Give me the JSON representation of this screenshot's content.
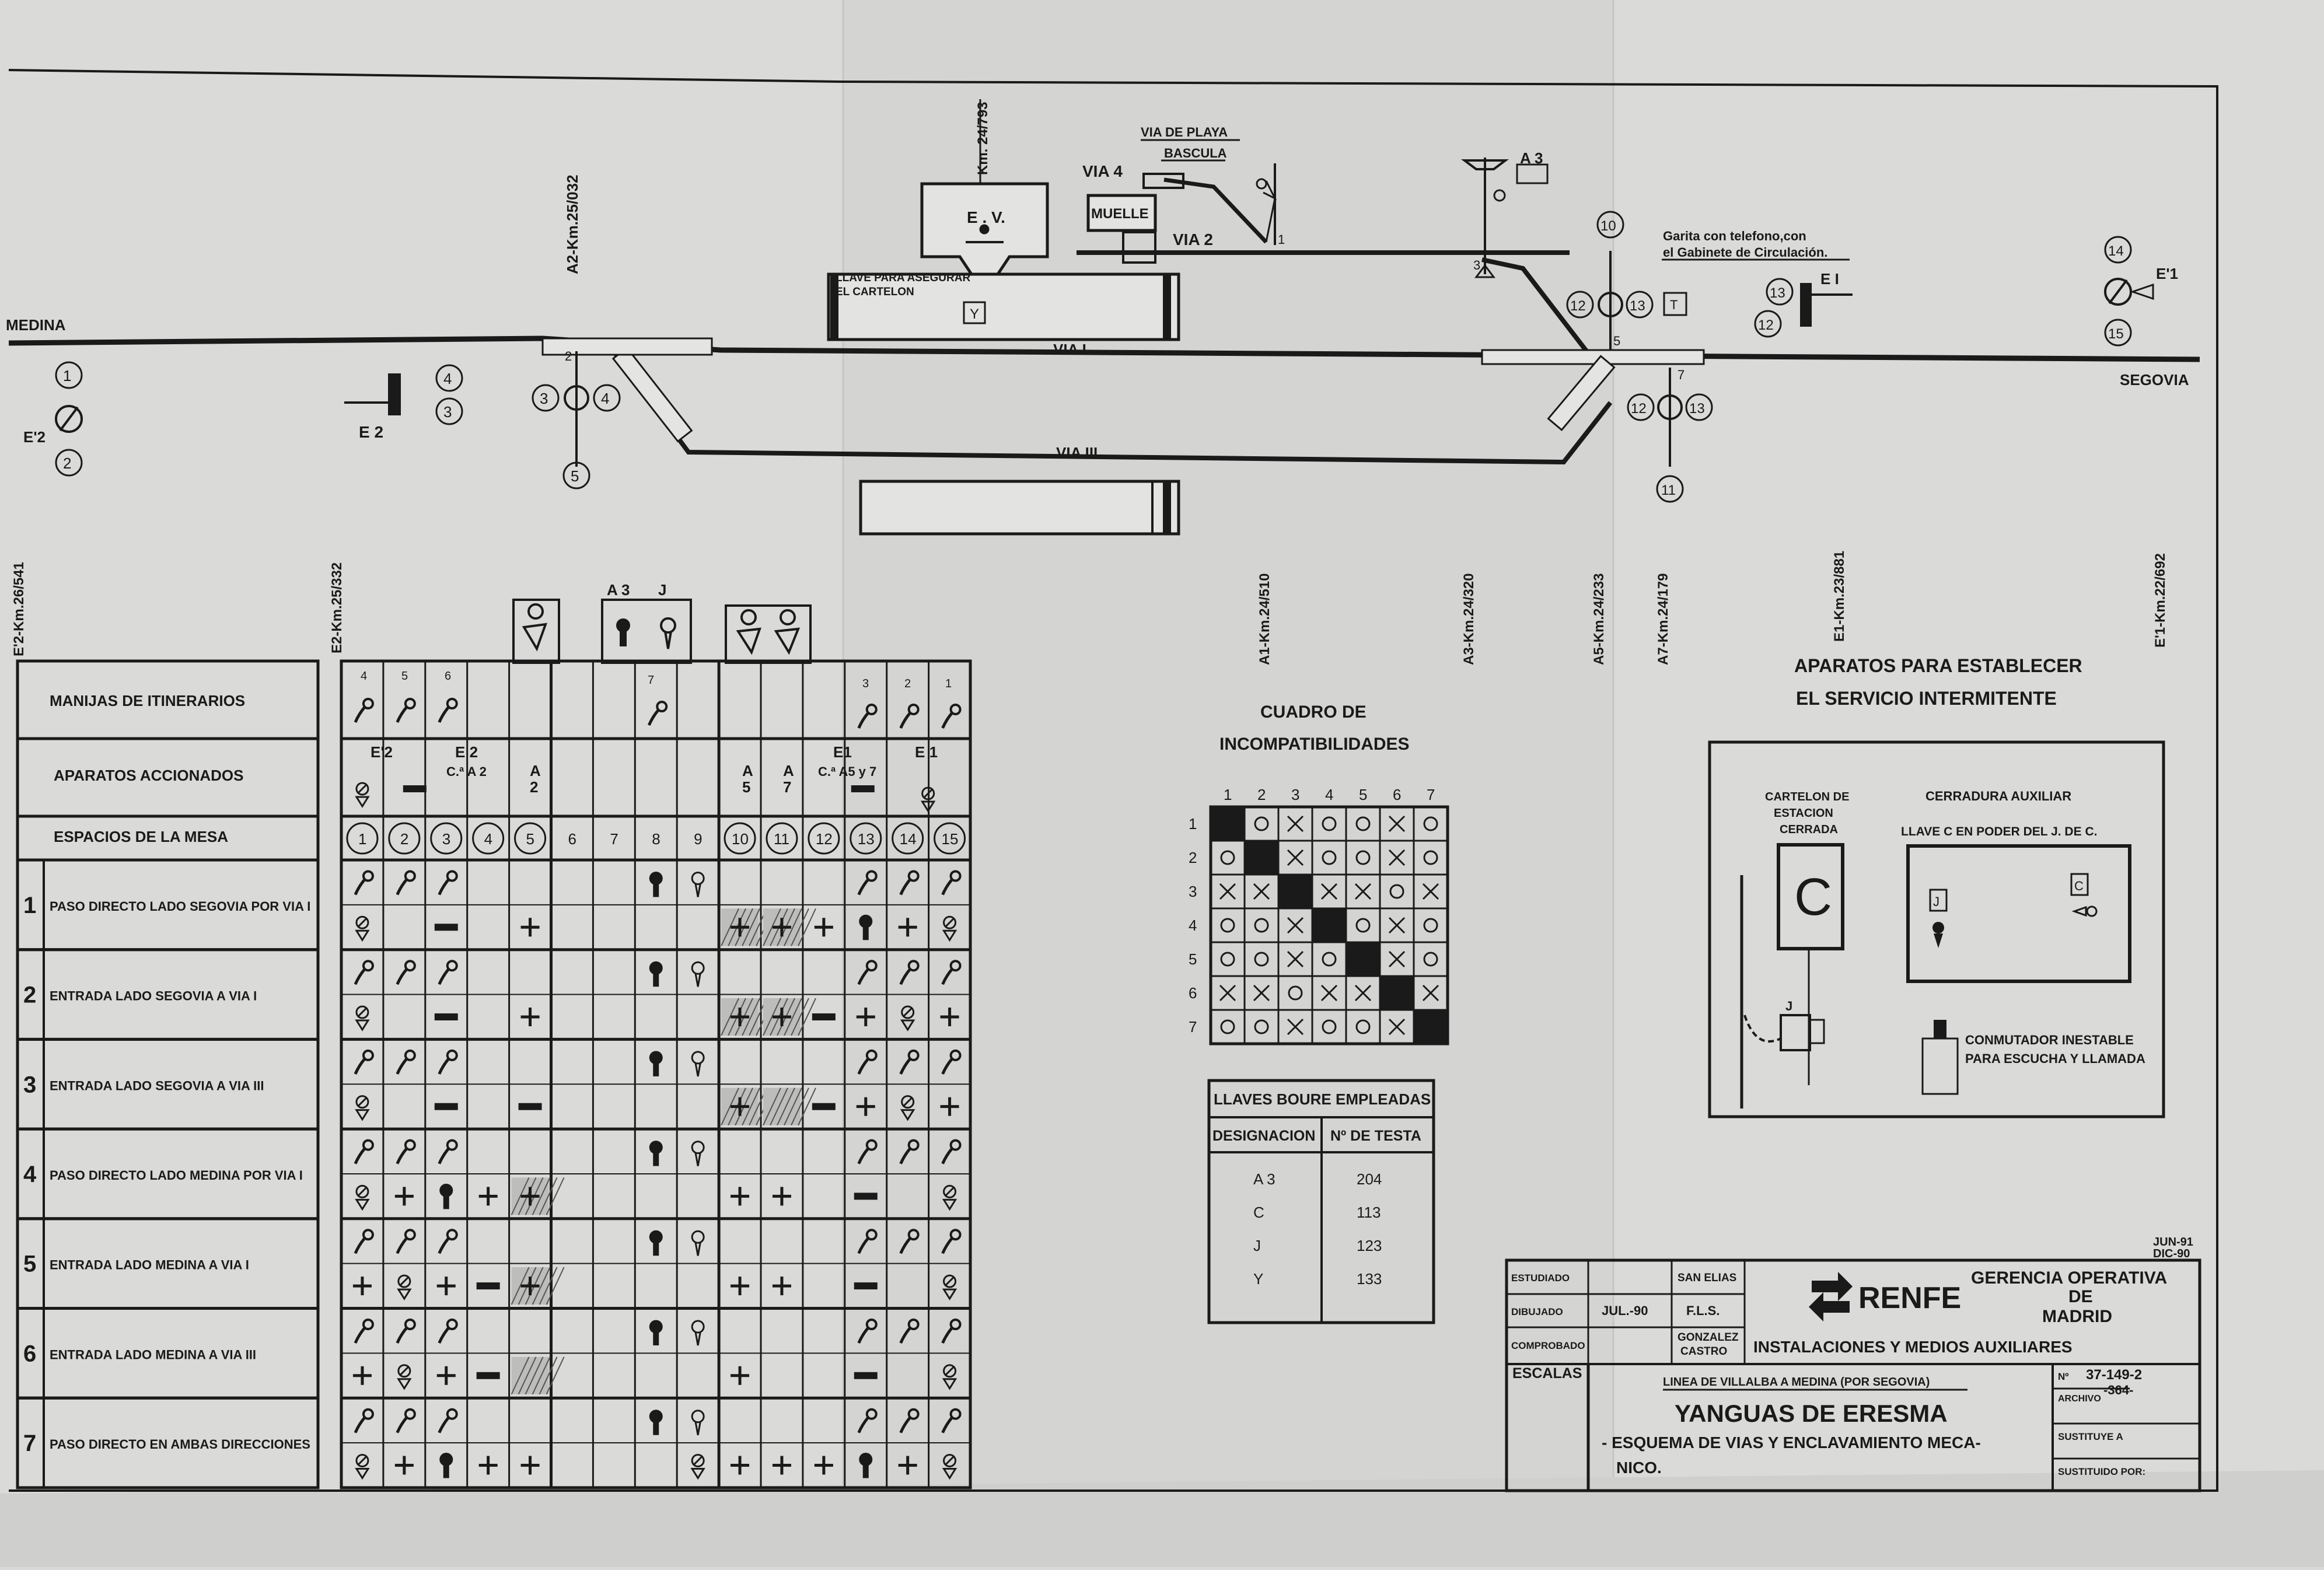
{
  "track": {
    "medina": "MEDINA",
    "segovia": "SEGOVIA",
    "via1": "VIA I",
    "via3": "VIA III",
    "via2": "VIA 2",
    "via4": "VIA 4",
    "via_playa": "VIA DE PLAYA",
    "bascula": "BASCULA",
    "muelle": "MUELLE",
    "ev": "E . V.",
    "km_station": "Km. 24/793",
    "llave1": "LLAVE PARA ASEGURAR",
    "llave2": "EL CARTELON",
    "y": "Y",
    "a3": "A 3",
    "garita1": "Garita con telefono,con",
    "garita2": "el Gabinete de Circulación.",
    "e1": "E I",
    "e2": "E 2",
    "e2p": "E'2",
    "e1p": "E'1",
    "circ": [
      "1",
      "2",
      "3",
      "4",
      "5",
      "10",
      "12",
      "13",
      "12",
      "13",
      "12",
      "13",
      "11",
      "14",
      "15"
    ],
    "switch": [
      "2",
      "3",
      "5",
      "7",
      "1"
    ]
  },
  "km_labels": [
    "E'2-Km.26/541",
    "E2-Km.25/332",
    "A2-Km.25/032",
    "A1-Km.24/510",
    "A3-Km.24/320",
    "A5-Km.24/233",
    "A7-Km.24/179",
    "E1-Km.23/881",
    "E'1-Km.22/692"
  ],
  "table": {
    "row_manijas": "MANIJAS DE ITINERARIOS",
    "row_aparatos": "APARATOS ACCIONADOS",
    "row_espacios": "ESPACIOS DE LA MESA",
    "top_a3": "A 3",
    "top_j": "J",
    "aparatos": [
      "E'2",
      "E 2",
      "C.ª A 2",
      "A",
      "2",
      "A",
      "5",
      "A",
      "7",
      "E1",
      "C.ª A5 y 7",
      "E 1"
    ],
    "espacios": [
      "1",
      "2",
      "3",
      "4",
      "5",
      "6",
      "7",
      "8",
      "9",
      "10",
      "11",
      "12",
      "13",
      "14",
      "15"
    ],
    "manija_nums": [
      "4",
      "5",
      "6",
      "7",
      "3",
      "2",
      "1"
    ],
    "rows": [
      {
        "n": "1",
        "label": "PASO DIRECTO LADO SEGOVIA POR VIA I"
      },
      {
        "n": "2",
        "label": "ENTRADA LADO SEGOVIA A VIA I"
      },
      {
        "n": "3",
        "label": "ENTRADA LADO SEGOVIA A VIA III"
      },
      {
        "n": "4",
        "label": "PASO DIRECTO LADO MEDINA POR VIA I"
      },
      {
        "n": "5",
        "label": "ENTRADA LADO MEDINA A VIA I"
      },
      {
        "n": "6",
        "label": "ENTRADA LADO MEDINA A VIA III"
      },
      {
        "n": "7",
        "label": "PASO DIRECTO EN AMBAS DIRECCIONES"
      }
    ]
  },
  "matrix": {
    "title1": "CUADRO DE",
    "title2": "INCOMPATIBILIDADES",
    "head": [
      "1",
      "2",
      "3",
      "4",
      "5",
      "6",
      "7"
    ],
    "rows": [
      [
        "#",
        "o",
        "x",
        "o",
        "o",
        "x",
        "o"
      ],
      [
        "o",
        "#",
        "x",
        "o",
        "o",
        "x",
        "o"
      ],
      [
        "x",
        "x",
        "#",
        "x",
        "x",
        "o",
        "x"
      ],
      [
        "o",
        "o",
        "x",
        "#",
        "o",
        "x",
        "o"
      ],
      [
        "o",
        "o",
        "x",
        "o",
        "#",
        "x",
        "o"
      ],
      [
        "x",
        "x",
        "o",
        "x",
        "x",
        "#",
        "x"
      ],
      [
        "o",
        "o",
        "x",
        "o",
        "o",
        "x",
        "#"
      ]
    ]
  },
  "bouré": {
    "title": "LLAVES BOURE EMPLEADAS",
    "col1": "DESIGNACION",
    "col2": "Nº DE TESTA",
    "rows": [
      [
        "A 3",
        "204"
      ],
      [
        "C",
        "113"
      ],
      [
        "J",
        "123"
      ],
      [
        "Y",
        "133"
      ]
    ]
  },
  "intermitente": {
    "title1": "APARATOS PARA ESTABLECER",
    "title2": "EL SERVICIO INTERMITENTE",
    "cartelon": [
      "CARTELON DE",
      "ESTACION",
      "CERRADA"
    ],
    "c": "C",
    "cerradura": "CERRADURA AUXILIAR",
    "llave_c": "LLAVE C EN PODER DEL J. DE C.",
    "j": "J",
    "conmutador1": "CONMUTADOR INESTABLE",
    "conmutador2": "PARA ESCUCHA Y LLAMADA"
  },
  "title_block": {
    "dates": [
      "JUN-91",
      "DIC-90"
    ],
    "estudiado": "ESTUDIADO",
    "dibujado": "DIBUJADO",
    "comprobado": "COMPROBADO",
    "escalas": "ESCALAS",
    "san_elias": "SAN ELIAS",
    "jul90": "JUL.-90",
    "fls": "F.L.S.",
    "gonzalez": "GONZALEZ",
    "castro": "CASTRO",
    "renfe": "RENFE",
    "gerencia1": "GERENCIA OPERATIVA",
    "gerencia2": "DE",
    "gerencia3": "MADRID",
    "instalaciones": "INSTALACIONES Y MEDIOS AUXILIARES",
    "linea": "LINEA DE VILLALBA A MEDINA (POR SEGOVIA)",
    "station": "YANGUAS DE ERESMA",
    "sub1": "- ESQUEMA DE VIAS Y ENCLAVAMIENTO MECA-",
    "sub2": "NICO.",
    "num_label": "Nº",
    "num1": "37-149-2",
    "num2": "-364-",
    "archivo": "ARCHIVO",
    "sustituye": "SUSTITUYE A",
    "sustituido": "SUSTITUIDO POR:"
  },
  "colors": {
    "ink": "#1a1a1a",
    "paper": "#d9d9d7"
  }
}
